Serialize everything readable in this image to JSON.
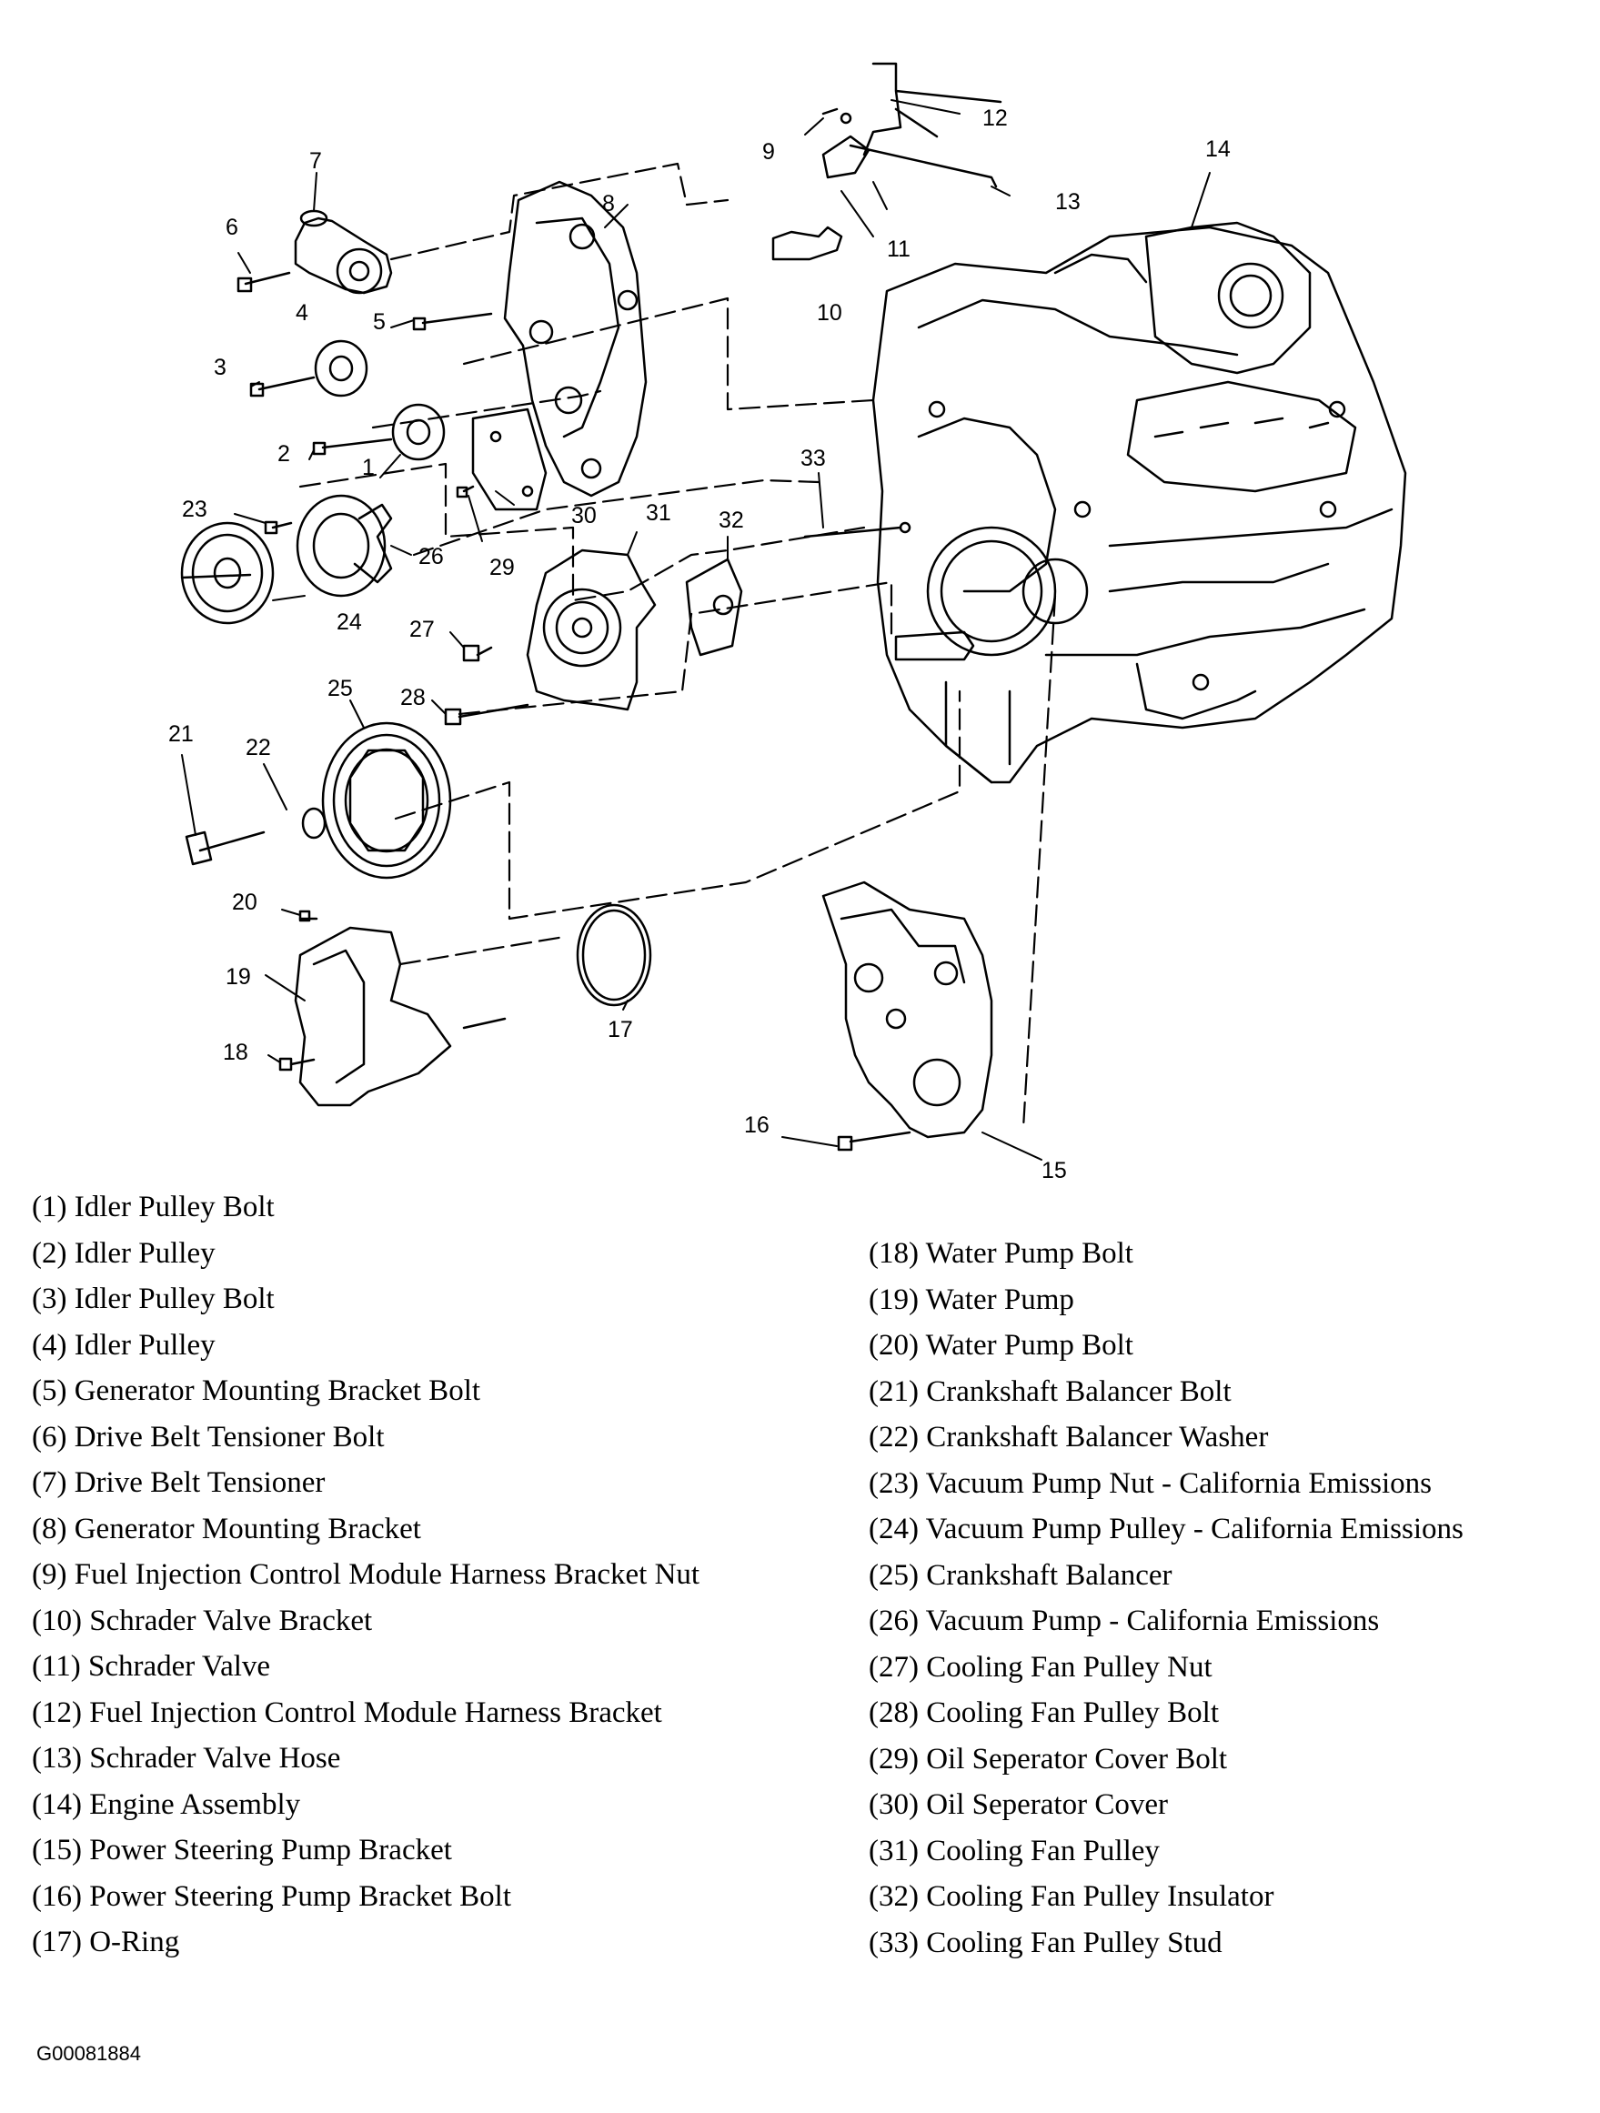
{
  "callouts": [
    "1",
    "2",
    "3",
    "4",
    "5",
    "6",
    "7",
    "8",
    "9",
    "10",
    "11",
    "12",
    "13",
    "14",
    "15",
    "16",
    "17",
    "18",
    "19",
    "20",
    "21",
    "22",
    "23",
    "24",
    "25",
    "26",
    "27",
    "28",
    "29",
    "30",
    "31",
    "32",
    "33"
  ],
  "legend_left": [
    "(1)  Idler Pulley Bolt",
    "(2)  Idler Pulley",
    "(3)  Idler Pulley Bolt",
    "(4)  Idler Pulley",
    "(5)  Generator Mounting Bracket Bolt",
    "(6)  Drive Belt Tensioner Bolt",
    "(7)  Drive Belt Tensioner",
    "(8)  Generator Mounting Bracket",
    "(9)  Fuel Injection Control Module Harness Bracket Nut",
    "(10) Schrader Valve Bracket",
    "(11) Schrader Valve",
    "(12) Fuel Injection Control Module Harness Bracket",
    "(13) Schrader Valve Hose",
    "(14) Engine Assembly",
    "(15) Power Steering Pump Bracket",
    "(16) Power Steering Pump Bracket Bolt",
    "(17) O-Ring"
  ],
  "legend_right": [
    "(18) Water Pump Bolt",
    "(19) Water Pump",
    "(20) Water Pump Bolt",
    "(21) Crankshaft Balancer Bolt",
    "(22) Crankshaft Balancer Washer",
    "(23) Vacuum Pump Nut - California Emissions",
    "(24) Vacuum Pump Pulley - California Emissions",
    "(25) Crankshaft Balancer",
    "(26) Vacuum Pump - California Emissions",
    "(27) Cooling Fan Pulley Nut",
    "(28) Cooling Fan Pulley Bolt",
    "(29) Oil Seperator Cover Bolt",
    "(30) Oil Seperator Cover",
    "(31) Cooling Fan Pulley",
    "(32) Cooling Fan Pulley Insulator",
    "(33) Cooling Fan Pulley Stud"
  ],
  "figure_id": "G00081884"
}
